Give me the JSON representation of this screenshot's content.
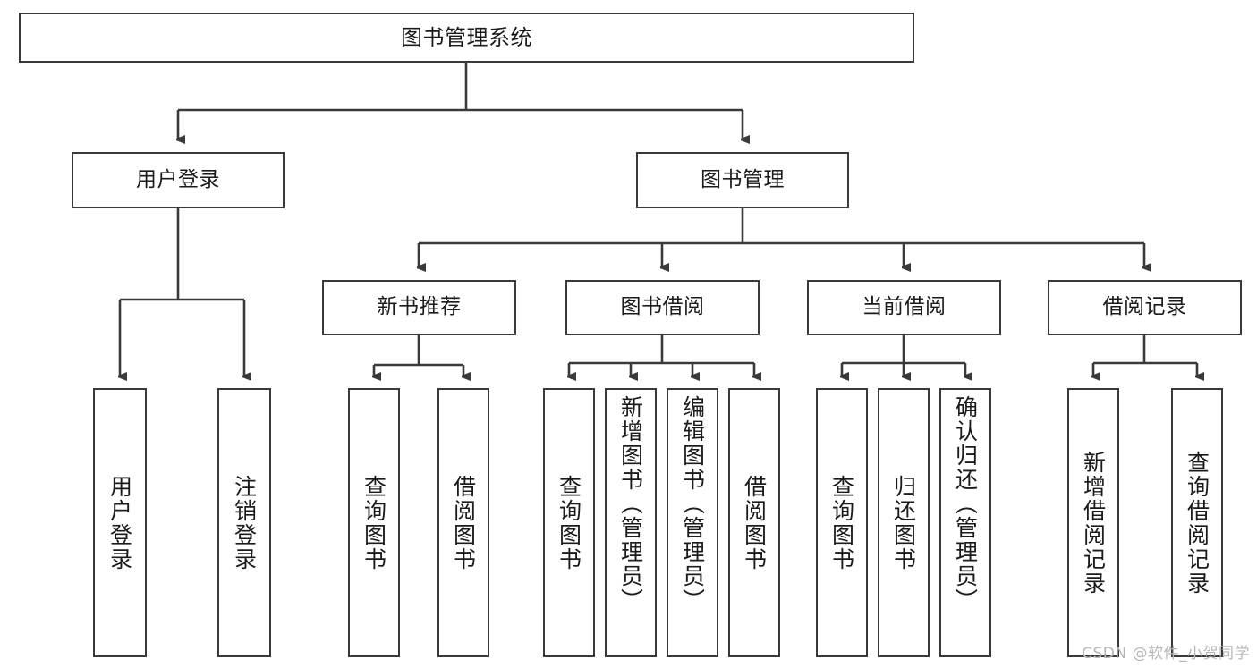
{
  "diagram": {
    "title": "图书管理系统",
    "type": "tree",
    "orientation": "top-down",
    "line_color": "#3a3a3a",
    "box_fill": "#ffffff",
    "text_color": "#1b1b1b",
    "levels": {
      "root": [
        "图书管理系统"
      ],
      "level2": [
        "用户登录",
        "图书管理"
      ],
      "level3": [
        "新书推荐",
        "图书借阅",
        "当前借阅",
        "借阅记录"
      ]
    },
    "nodes": {
      "root": {
        "label": "图书管理系统"
      },
      "user_login": {
        "label": "用户登录"
      },
      "book_manage": {
        "label": "图书管理"
      },
      "new_book_rec": {
        "label": "新书推荐"
      },
      "book_borrow": {
        "label": "图书借阅"
      },
      "current_borrow": {
        "label": "当前借阅"
      },
      "borrow_record": {
        "label": "借阅记录"
      }
    },
    "leaves": {
      "user_login": [
        {
          "label": "用户登录"
        },
        {
          "label": "注销登录"
        }
      ],
      "new_book_rec": [
        {
          "label": "查询图书"
        },
        {
          "label": "借阅图书"
        }
      ],
      "book_borrow": [
        {
          "label": "查询图书"
        },
        {
          "label": "新增图书（管理员）"
        },
        {
          "label": "编辑图书（管理员）"
        },
        {
          "label": "借阅图书"
        }
      ],
      "current_borrow": [
        {
          "label": "查询图书"
        },
        {
          "label": "归还图书"
        },
        {
          "label": "确认归还（管理员）"
        }
      ],
      "borrow_record": [
        {
          "label": "新增借阅记录"
        },
        {
          "label": "查询借阅记录"
        }
      ]
    }
  },
  "watermark": {
    "text": "CSDN @软件_小贺同学"
  }
}
